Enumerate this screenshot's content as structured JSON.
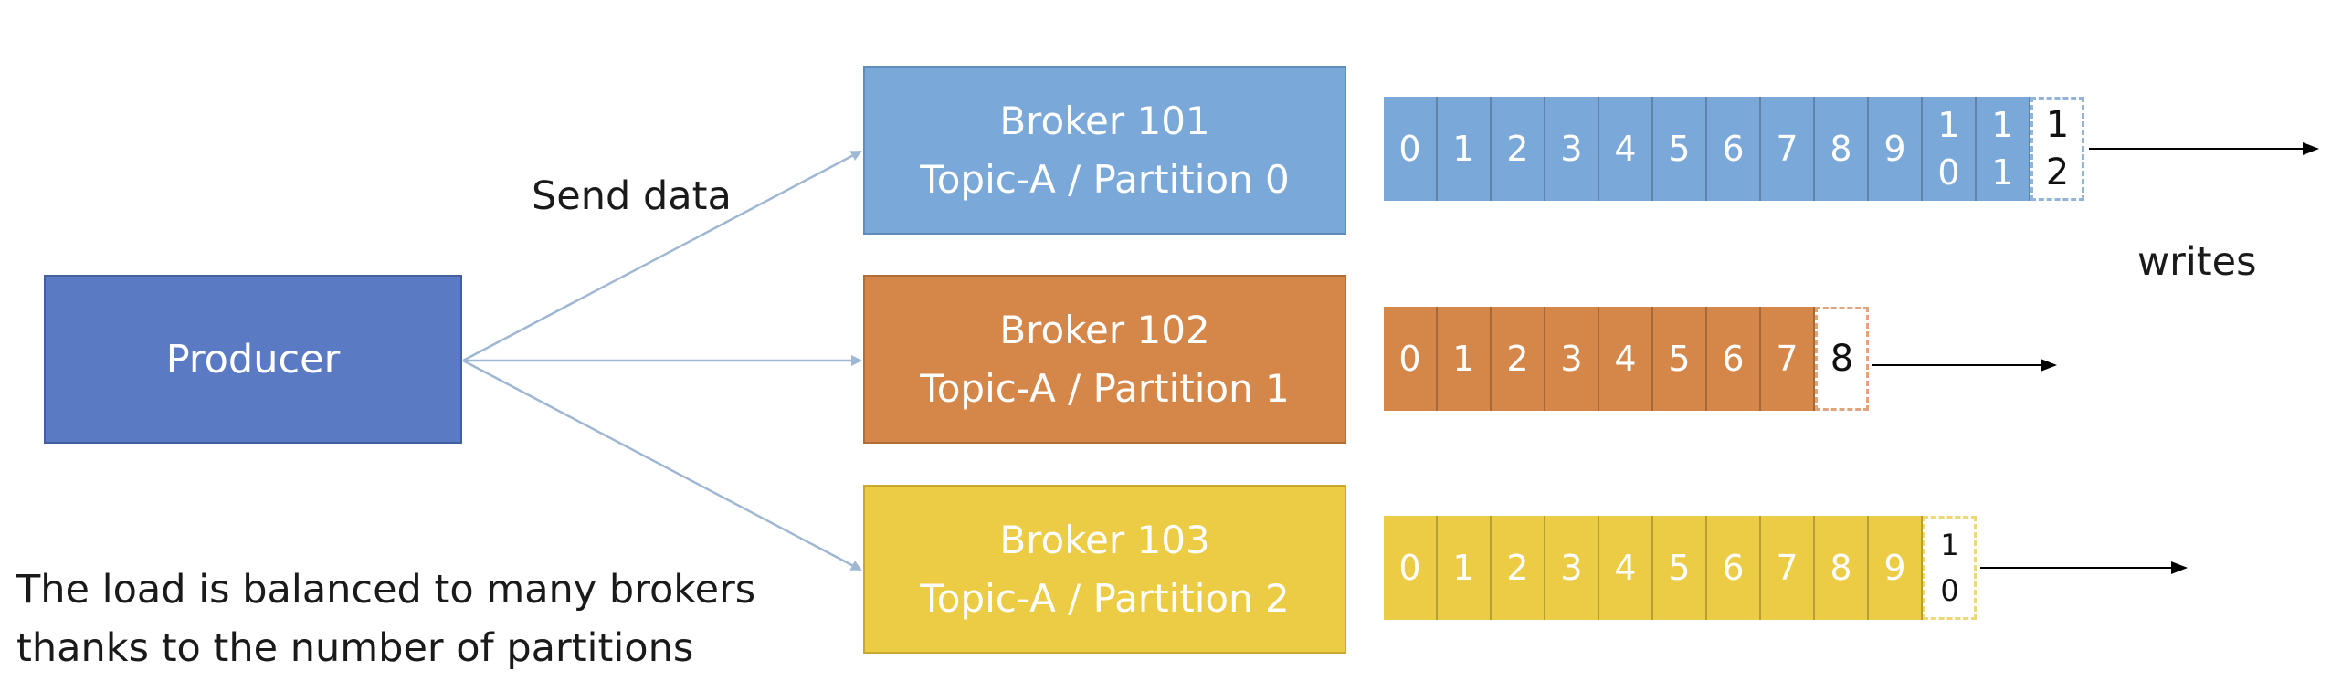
{
  "producer": {
    "label": "Producer"
  },
  "send_label": "Send data",
  "writes_label": "writes",
  "note": {
    "line1": "The load is balanced to many brokers",
    "line2": "thanks to the number of partitions"
  },
  "brokers": [
    {
      "name": "Broker 101",
      "partition": "Topic-A / Partition 0",
      "color": "#7aa8d9",
      "offsets": [
        [
          "0"
        ],
        [
          "1"
        ],
        [
          "2"
        ],
        [
          "3"
        ],
        [
          "4"
        ],
        [
          "5"
        ],
        [
          "6"
        ],
        [
          "7"
        ],
        [
          "8"
        ],
        [
          "9"
        ],
        [
          "1",
          "0"
        ],
        [
          "1",
          "1"
        ]
      ],
      "next_offset": [
        "1",
        "2"
      ]
    },
    {
      "name": "Broker 102",
      "partition": "Topic-A / Partition 1",
      "color": "#d5874a",
      "offsets": [
        [
          "0"
        ],
        [
          "1"
        ],
        [
          "2"
        ],
        [
          "3"
        ],
        [
          "4"
        ],
        [
          "5"
        ],
        [
          "6"
        ],
        [
          "7"
        ]
      ],
      "next_offset": [
        "8"
      ]
    },
    {
      "name": "Broker 103",
      "partition": "Topic-A / Partition 2",
      "color": "#eccb45",
      "offsets": [
        [
          "0"
        ],
        [
          "1"
        ],
        [
          "2"
        ],
        [
          "3"
        ],
        [
          "4"
        ],
        [
          "5"
        ],
        [
          "6"
        ],
        [
          "7"
        ],
        [
          "8"
        ],
        [
          "9"
        ]
      ],
      "next_offset": [
        "1",
        "0"
      ]
    }
  ],
  "colors": {
    "producer": "#5b7ac4",
    "arrow": "#9fb7d3",
    "write_arrow": "#000000"
  }
}
